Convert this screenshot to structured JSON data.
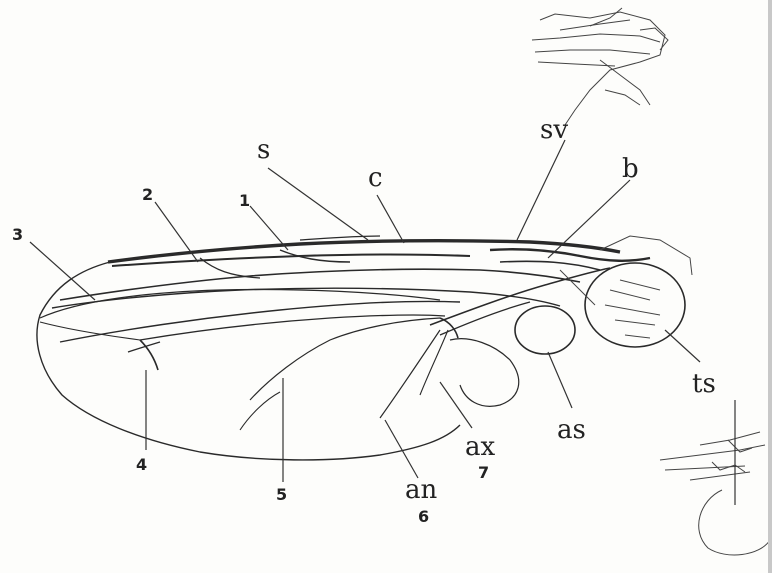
{
  "labels": {
    "sv": "sv",
    "s": "s",
    "c": "c",
    "b": "b",
    "n1": "1",
    "n2": "2",
    "n3": "3",
    "n4": "4",
    "n5": "5",
    "ts": "ts",
    "as": "as",
    "ax": "ax",
    "ax_num": "7",
    "an": "an",
    "an_num": "6"
  }
}
